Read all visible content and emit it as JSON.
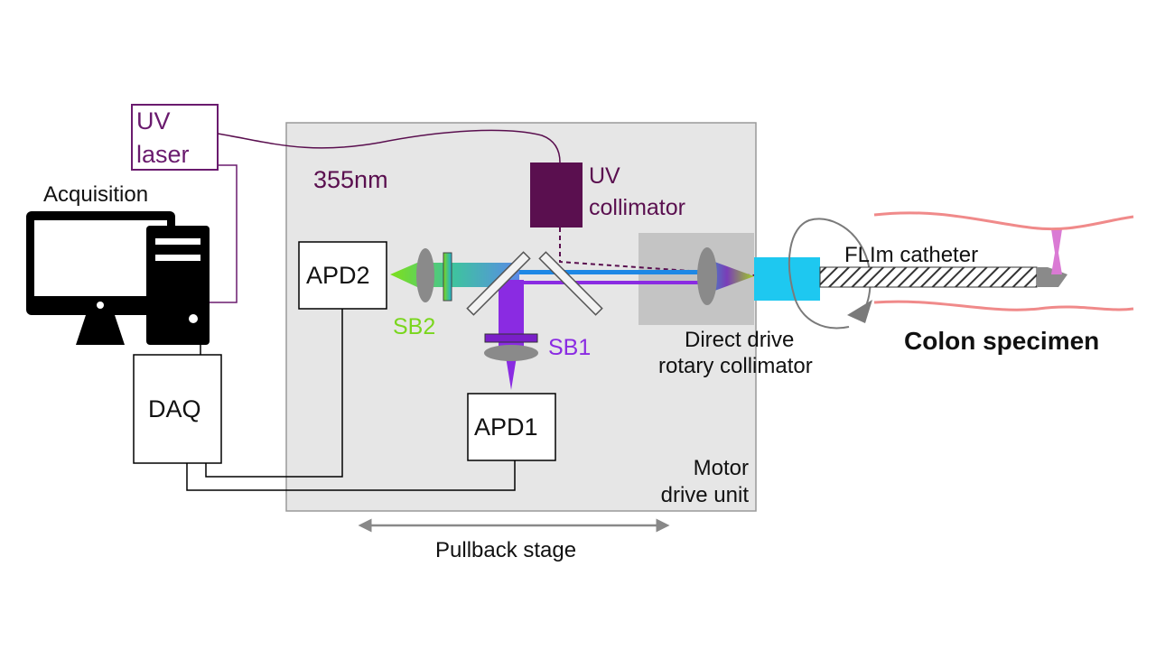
{
  "labels": {
    "uv_laser_line1": "UV",
    "uv_laser_line2": "laser",
    "acquisition": "Acquisition",
    "wavelength": "355nm",
    "uv_collimator_line1": "UV",
    "uv_collimator_line2": "collimator",
    "apd2": "APD2",
    "apd1": "APD1",
    "daq": "DAQ",
    "sb2": "SB2",
    "sb1": "SB1",
    "rotary_line1": "Direct drive",
    "rotary_line2": "rotary collimator",
    "catheter": "FLIm catheter",
    "specimen": "Colon specimen",
    "motor_line1": "Motor",
    "motor_line2": "drive unit",
    "pullback": "Pullback stage"
  },
  "colors": {
    "uv_purple": "#6a1b6e",
    "collimator_block": "#5a0f4f",
    "sb2_green": "#7ad61e",
    "sb1_violet": "#8a2be2",
    "rotary_cyan": "#1ec8f0",
    "tissue_pink": "#f08a8a",
    "unit_gray": "#e6e6e6"
  }
}
